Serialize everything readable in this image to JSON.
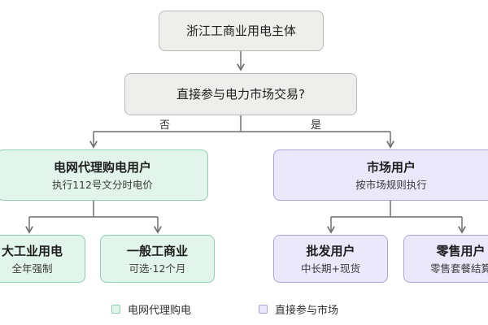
{
  "diagram": {
    "root": {
      "label": "浙江工商业用电主体"
    },
    "decision": {
      "label": "直接参与电力市场交易?"
    },
    "branches": {
      "no_label": "否",
      "yes_label": "是"
    },
    "grid_agent": {
      "label": "电网代理购电用户",
      "sub": "执行112号文分时电价"
    },
    "market_user": {
      "label": "市场用户",
      "sub": "按市场规则执行"
    },
    "large_industrial": {
      "label": "大工业用电",
      "sub": "全年强制"
    },
    "general_commercial": {
      "label": "一般工商业",
      "sub": "可选·12个月"
    },
    "wholesale": {
      "label": "批发用户",
      "sub": "中长期+现货"
    },
    "retail": {
      "label": "零售用户",
      "sub": "零售套餐结算"
    }
  },
  "legend": {
    "items": [
      {
        "label": "电网代理购电",
        "color": "#8fceaf"
      },
      {
        "label": "直接参与市场",
        "color": "#aba3e0"
      }
    ]
  },
  "colors": {
    "gray_fill": "#eeeeec",
    "green_fill": "#e2f5ec",
    "green_border": "#8fceaf",
    "purple_fill": "#ebe8fb",
    "purple_border": "#aba3e0",
    "connector": "#6f6f6f"
  }
}
